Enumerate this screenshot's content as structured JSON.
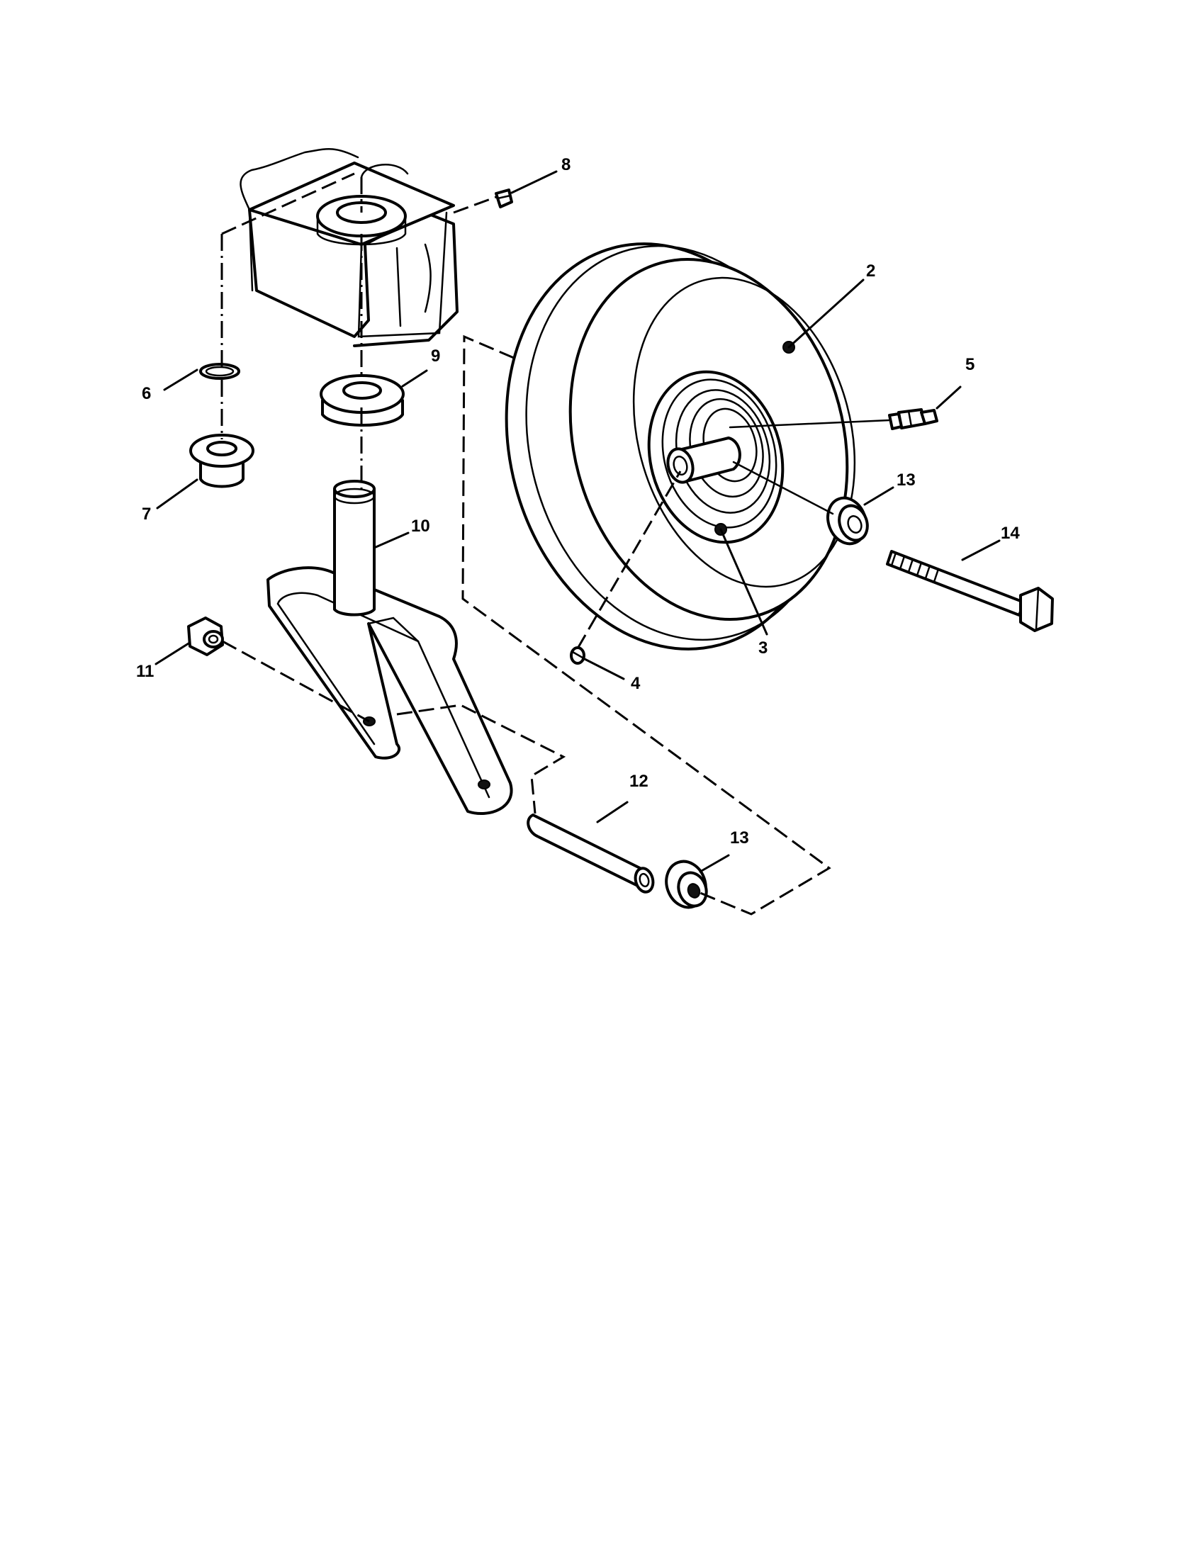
{
  "callouts": [
    {
      "id": "c8",
      "label": "8"
    },
    {
      "id": "c2",
      "label": "2"
    },
    {
      "id": "c9",
      "label": "9"
    },
    {
      "id": "c5",
      "label": "5"
    },
    {
      "id": "c6",
      "label": "6"
    },
    {
      "id": "c13a",
      "label": "13"
    },
    {
      "id": "c7",
      "label": "7"
    },
    {
      "id": "c10",
      "label": "10"
    },
    {
      "id": "c14",
      "label": "14"
    },
    {
      "id": "c3",
      "label": "3"
    },
    {
      "id": "c11",
      "label": "11"
    },
    {
      "id": "c4",
      "label": "4"
    },
    {
      "id": "c12",
      "label": "12"
    },
    {
      "id": "c13b",
      "label": "13"
    }
  ]
}
